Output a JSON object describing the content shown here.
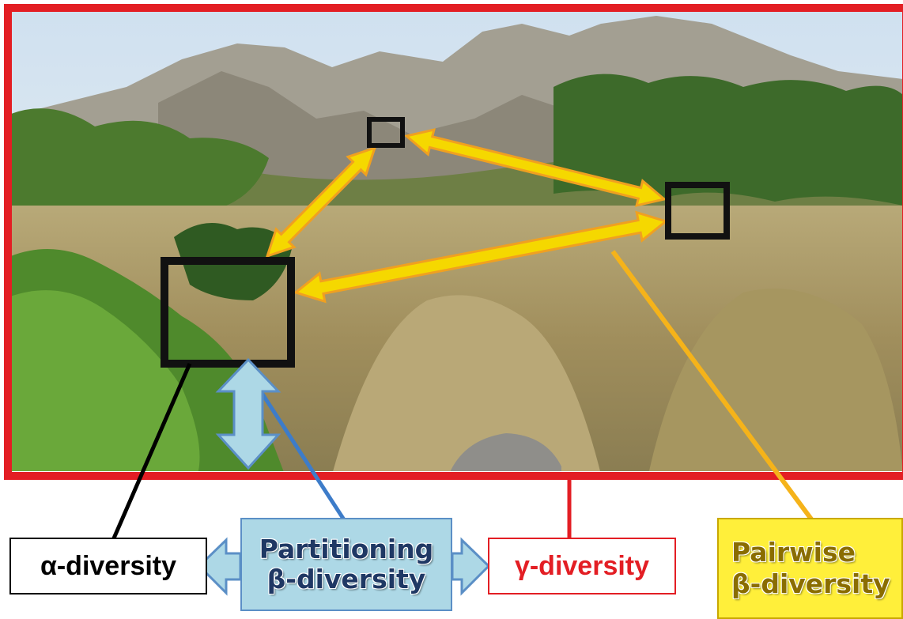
{
  "photo": {
    "subject": "Mediterranean shrubland landscape with limestone hills",
    "sky_color": "#dfe9f2",
    "hill_color": "#9a9585",
    "tree_color": "#3f6b2a",
    "grass_color": "#a89a6a"
  },
  "frame": {
    "color": "#e31e24"
  },
  "plots": [
    {
      "name": "small-plot",
      "color": "#111111"
    },
    {
      "name": "medium-plot",
      "color": "#111111"
    },
    {
      "name": "large-plot",
      "color": "#111111"
    }
  ],
  "arrows": {
    "pairwise_color": "#f5d800",
    "pairwise_outline": "#f0a020",
    "partition_color": "#add8e6",
    "partition_outline": "#5b8fc6"
  },
  "connectors": {
    "alpha_color": "#000000",
    "partition_color": "#3d7cc9",
    "gamma_color": "#e31e24",
    "pairwise_color": "#f5b31a"
  },
  "labels": {
    "alpha": "α-diversity",
    "partition_line1": "Partitioning",
    "partition_line2": "β-diversity",
    "gamma": "γ-diversity",
    "pairwise_line1": "Pairwise",
    "pairwise_line2": "β-diversity"
  }
}
